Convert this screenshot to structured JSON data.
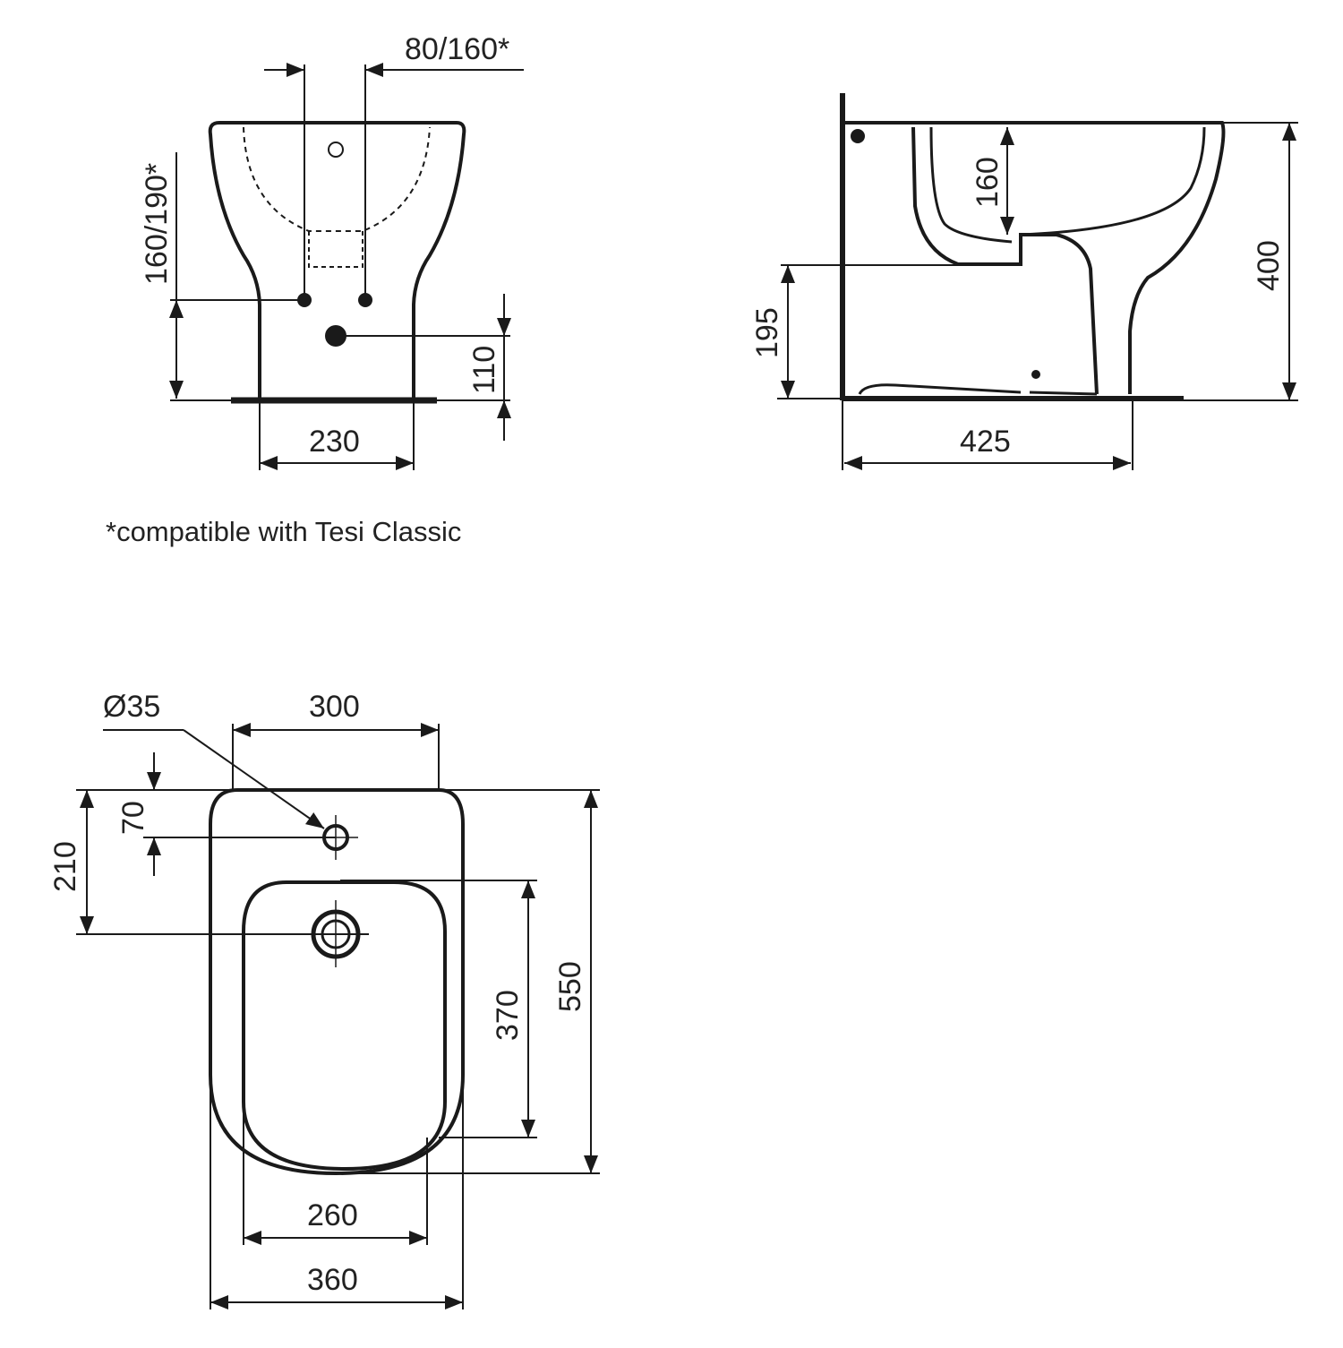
{
  "front_view": {
    "dims": {
      "hole_spacing": "80/160*",
      "hole_height": "160/190*",
      "drain_height": "110",
      "pedestal_width": "230"
    }
  },
  "side_view": {
    "dims": {
      "bowl_depth": "160",
      "outlet_height": "195",
      "total_height": "400",
      "projection": "425"
    }
  },
  "note": "*compatible with Tesi Classic",
  "top_view": {
    "dims": {
      "tap_hole_diameter": "Ø35",
      "rear_to_bowl": "300",
      "rear_to_tap": "70",
      "rear_to_drain": "210",
      "bowl_length": "370",
      "total_length": "550",
      "bowl_width": "260",
      "total_width": "360"
    }
  },
  "colors": {
    "line": "#1a1a1a",
    "background": "#ffffff"
  }
}
